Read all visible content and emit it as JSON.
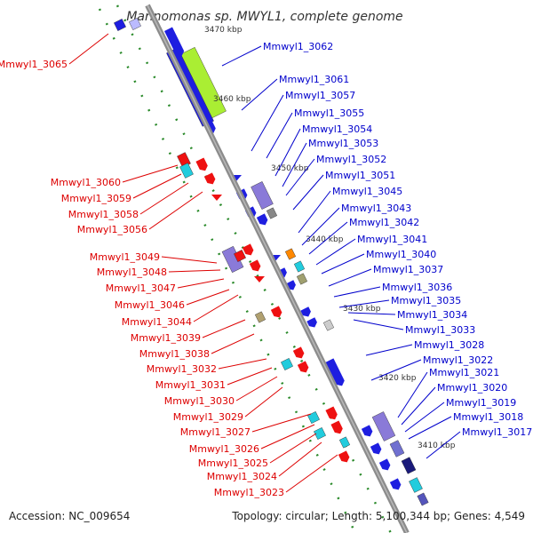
{
  "title": "Marinomonas sp. MWYL1, complete genome",
  "accession": "Accession: NC_009654",
  "topology": "Topology: circular; Length: 5,100,344 bp; Genes: 4,549",
  "colors": {
    "backbone": "#808080",
    "plus_label": "#0000cc",
    "minus_label": "#dd0000",
    "tick_dots": "#2a8a2a",
    "gene_blue": "#1e1ee0",
    "gene_red": "#ee1111",
    "gene_cyan": "#22ccdd",
    "gene_purple": "#8a7ad8",
    "gene_lime": "#aaee33",
    "gene_orange": "#ff8800"
  },
  "ticks": [
    "3470 kbp",
    "3460 kbp",
    "3450 kbp",
    "3440 kbp",
    "3430 kbp",
    "3420 kbp",
    "3410 kbp"
  ],
  "genes_plus_strand": [
    "Mmwyl1_3062",
    "Mmwyl1_3061",
    "Mmwyl1_3057",
    "Mmwyl1_3055",
    "Mmwyl1_3054",
    "Mmwyl1_3053",
    "Mmwyl1_3052",
    "Mmwyl1_3051",
    "Mmwyl1_3045",
    "Mmwyl1_3043",
    "Mmwyl1_3042",
    "Mmwyl1_3041",
    "Mmwyl1_3040",
    "Mmwyl1_3037",
    "Mmwyl1_3036",
    "Mmwyl1_3035",
    "Mmwyl1_3034",
    "Mmwyl1_3033",
    "Mmwyl1_3028",
    "Mmwyl1_3022",
    "Mmwyl1_3021",
    "Mmwyl1_3020",
    "Mmwyl1_3019",
    "Mmwyl1_3018",
    "Mmwyl1_3017"
  ],
  "genes_minus_strand": [
    "Mmwyl1_3065",
    "Mmwyl1_3060",
    "Mmwyl1_3059",
    "Mmwyl1_3058",
    "Mmwyl1_3056",
    "Mmwyl1_3049",
    "Mmwyl1_3048",
    "Mmwyl1_3047",
    "Mmwyl1_3046",
    "Mmwyl1_3044",
    "Mmwyl1_3039",
    "Mmwyl1_3038",
    "Mmwyl1_3032",
    "Mmwyl1_3031",
    "Mmwyl1_3030",
    "Mmwyl1_3029",
    "Mmwyl1_3027",
    "Mmwyl1_3026",
    "Mmwyl1_3025",
    "Mmwyl1_3024",
    "Mmwyl1_3023"
  ]
}
